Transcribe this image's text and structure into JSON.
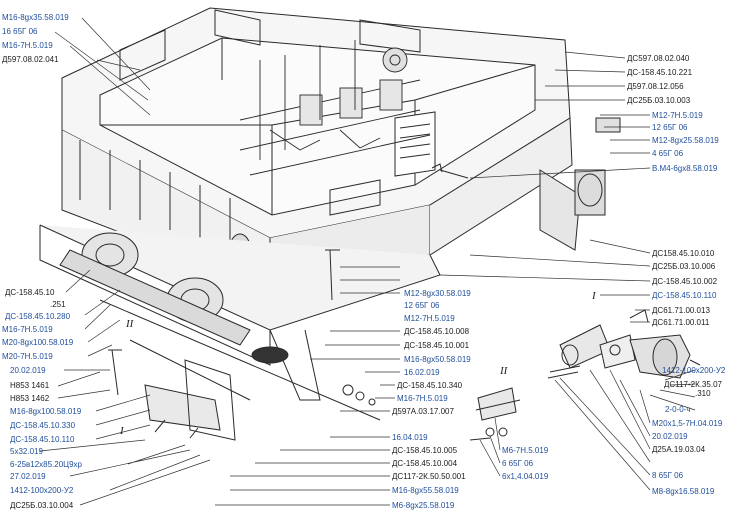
{
  "labels_left": [
    {
      "id": "l1",
      "text": "М16-8gх35.58.019",
      "color": "blu"
    },
    {
      "id": "l2",
      "text": "16 65Г 06",
      "color": "blu"
    },
    {
      "id": "l3",
      "text": "М16-7Н.5.019",
      "color": "blu"
    },
    {
      "id": "l4",
      "text": "Д597.08.02.041",
      "color": "blk"
    },
    {
      "id": "l5",
      "text": "ДС-158.45.10",
      "color": "blk"
    },
    {
      "id": "l6",
      "text": ".251",
      "color": "blk"
    },
    {
      "id": "l7",
      "text": "ДС-158.45.10.280",
      "color": "blu"
    },
    {
      "id": "l8",
      "text": "М16-7Н.5.019",
      "color": "blu"
    },
    {
      "id": "l9",
      "text": "М20-8gх100.58.019",
      "color": "blu"
    },
    {
      "id": "l10",
      "text": "М20-7Н.5.019",
      "color": "blu"
    },
    {
      "id": "l11",
      "text": "20.02.019",
      "color": "blu"
    },
    {
      "id": "l12",
      "text": "Н853 1461",
      "color": "blk"
    },
    {
      "id": "l13",
      "text": "Н853 1462",
      "color": "blk"
    },
    {
      "id": "l14",
      "text": "М16-8gх100.58.019",
      "color": "blu"
    },
    {
      "id": "l15",
      "text": "ДС-158.45.10.330",
      "color": "blu"
    },
    {
      "id": "l16",
      "text": "ДС-158.45.10.110",
      "color": "blu"
    },
    {
      "id": "l17",
      "text": "5х32.019",
      "color": "blu"
    },
    {
      "id": "l18",
      "text": "6-25в12х85.20Ц9хр",
      "color": "blu"
    },
    {
      "id": "l19",
      "text": "27.02.019",
      "color": "blu"
    },
    {
      "id": "l20",
      "text": "1412-100х200-У2",
      "color": "blu"
    },
    {
      "id": "l21",
      "text": "ДС25Б.03.10.004",
      "color": "blk"
    }
  ],
  "labels_center": [
    {
      "id": "c1",
      "text": "М12-8gх30.58.019",
      "color": "blu"
    },
    {
      "id": "c2",
      "text": "12 65Г 06",
      "color": "blu"
    },
    {
      "id": "c3",
      "text": "М12-7Н.5.019",
      "color": "blu"
    },
    {
      "id": "c4",
      "text": "ДС-158.45.10.008",
      "color": "blk"
    },
    {
      "id": "c5",
      "text": "ДС-158.45.10.001",
      "color": "blk"
    },
    {
      "id": "c6",
      "text": "М16-8gх50.58.019",
      "color": "blu"
    },
    {
      "id": "c7",
      "text": "16.02.019",
      "color": "blu"
    },
    {
      "id": "c8",
      "text": "ДС-158.45.10.340",
      "color": "blk"
    },
    {
      "id": "c9",
      "text": "М16-7Н.5.019",
      "color": "blu"
    },
    {
      "id": "c10",
      "text": "Д597А.03.17.007",
      "color": "blk"
    },
    {
      "id": "c11",
      "text": "16.04.019",
      "color": "blu"
    },
    {
      "id": "c12",
      "text": "ДС-158.45.10.005",
      "color": "blk"
    },
    {
      "id": "c13",
      "text": "ДС-158.45.10.004",
      "color": "blk"
    },
    {
      "id": "c14",
      "text": "ДС117-2К.50.50.001",
      "color": "blk"
    },
    {
      "id": "c15",
      "text": "М16-8gх55.58.019",
      "color": "blu"
    },
    {
      "id": "c16",
      "text": "М6-8gх25.58.019",
      "color": "blu"
    },
    {
      "id": "c17",
      "text": "М6-7Н.5.019",
      "color": "blu"
    },
    {
      "id": "c18",
      "text": "6 65Г 06",
      "color": "blu"
    },
    {
      "id": "c19",
      "text": "6х1,4.04.019",
      "color": "blu"
    }
  ],
  "labels_right": [
    {
      "id": "r1",
      "text": "ДС597.08.02.040",
      "color": "blk"
    },
    {
      "id": "r2",
      "text": "ДС-158.45.10.221",
      "color": "blk"
    },
    {
      "id": "r3",
      "text": "Д597.08.12.056",
      "color": "blk"
    },
    {
      "id": "r4",
      "text": "ДС25Б.03.10.003",
      "color": "blk"
    },
    {
      "id": "r5",
      "text": "М12-7Н.5.019",
      "color": "blu"
    },
    {
      "id": "r6",
      "text": "12 65Г 06",
      "color": "blu"
    },
    {
      "id": "r7",
      "text": "М12-8gх25.58.019",
      "color": "blu"
    },
    {
      "id": "r8",
      "text": "4 65Г 06",
      "color": "blu"
    },
    {
      "id": "r9",
      "text": "В.М4-6gх8.58.019",
      "color": "blu"
    },
    {
      "id": "r10",
      "text": "ДС158.45.10.010",
      "color": "blk"
    },
    {
      "id": "r11",
      "text": "ДС25Б.03.10.006",
      "color": "blk"
    },
    {
      "id": "r12",
      "text": "ДС-158.45.10.002",
      "color": "blk"
    },
    {
      "id": "r13",
      "text": "ДС-158.45.10.110",
      "color": "blu"
    },
    {
      "id": "r14",
      "text": "ДС61.71.00.013",
      "color": "blk"
    },
    {
      "id": "r15",
      "text": "ДС61.71.00.011",
      "color": "blk"
    },
    {
      "id": "r16",
      "text": "1412-100х200-У2",
      "color": "blu"
    },
    {
      "id": "r17",
      "text": "ДС117-2К.35.07",
      "color": "blk"
    },
    {
      "id": "r18",
      "text": ".310",
      "color": "blk"
    },
    {
      "id": "r19",
      "text": "2-0-0-ч",
      "color": "blu"
    },
    {
      "id": "r20",
      "text": "М20х1,5-7Н.04.019",
      "color": "blu"
    },
    {
      "id": "r21",
      "text": "20.02.019",
      "color": "blu"
    },
    {
      "id": "r22",
      "text": "Д25А.19.03.04",
      "color": "blk"
    },
    {
      "id": "r23",
      "text": "8 65Г 06",
      "color": "blu"
    },
    {
      "id": "r24",
      "text": "М8-8gх16.58.019",
      "color": "blu"
    }
  ],
  "view_marks": [
    {
      "id": "v1",
      "text": "I"
    },
    {
      "id": "v2",
      "text": "II"
    },
    {
      "id": "v3",
      "text": "II"
    },
    {
      "id": "v4",
      "text": "I"
    }
  ],
  "colors": {
    "label_blue": "#1f4e9a",
    "label_black": "#1a1a1a",
    "line": "#222222"
  }
}
